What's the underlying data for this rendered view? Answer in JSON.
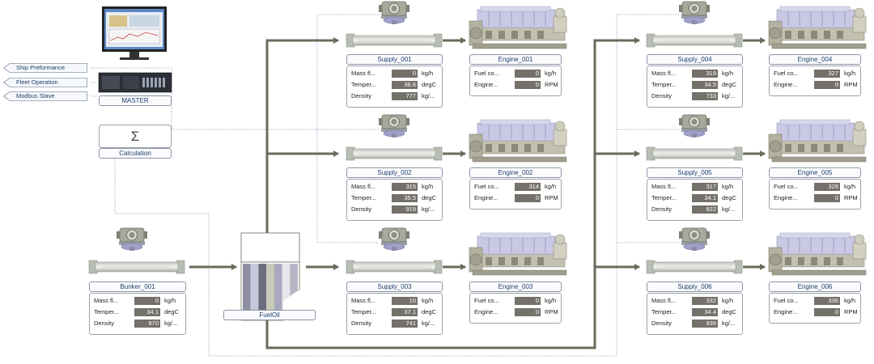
{
  "sidebar": {
    "links": [
      {
        "label": "Ship Preformance"
      },
      {
        "label": "Fleet Operation"
      },
      {
        "label": "Modbus Slave"
      }
    ]
  },
  "master": {
    "label": "MASTER"
  },
  "calculation": {
    "label": "Calculation",
    "symbol": "Σ"
  },
  "tank": {
    "label": "FuelOil"
  },
  "bunker": {
    "name": "Bunker_001",
    "rows": [
      {
        "label": "Mass fl...",
        "value": "0",
        "unit": "kg/h"
      },
      {
        "label": "Temper...",
        "value": "34.1",
        "unit": "degC"
      },
      {
        "label": "Density",
        "value": "870",
        "unit": "kg/..."
      }
    ]
  },
  "supplies": [
    {
      "name": "Supply_001",
      "rows": [
        {
          "label": "Mass fl...",
          "value": "0",
          "unit": "kg/h"
        },
        {
          "label": "Temper...",
          "value": "36.6",
          "unit": "degC"
        },
        {
          "label": "Density",
          "value": "777",
          "unit": "kg/..."
        }
      ]
    },
    {
      "name": "Supply_002",
      "rows": [
        {
          "label": "Mass fl...",
          "value": "315",
          "unit": "kg/h"
        },
        {
          "label": "Temper...",
          "value": "35.5",
          "unit": "degC"
        },
        {
          "label": "Density",
          "value": "919",
          "unit": "kg/..."
        }
      ]
    },
    {
      "name": "Supply_003",
      "rows": [
        {
          "label": "Mass fl...",
          "value": "10",
          "unit": "kg/h"
        },
        {
          "label": "Temper...",
          "value": "37.1",
          "unit": "degC"
        },
        {
          "label": "Density",
          "value": "741",
          "unit": "kg/..."
        }
      ]
    },
    {
      "name": "Supply_004",
      "rows": [
        {
          "label": "Mass fl...",
          "value": "319",
          "unit": "kg/h"
        },
        {
          "label": "Temper...",
          "value": "34.5",
          "unit": "degC"
        },
        {
          "label": "Density",
          "value": "733",
          "unit": "kg/..."
        }
      ]
    },
    {
      "name": "Supply_005",
      "rows": [
        {
          "label": "Mass fl...",
          "value": "317",
          "unit": "kg/h"
        },
        {
          "label": "Temper...",
          "value": "34.1",
          "unit": "degC"
        },
        {
          "label": "Density",
          "value": "822",
          "unit": "kg/..."
        }
      ]
    },
    {
      "name": "Supply_006",
      "rows": [
        {
          "label": "Mass fl...",
          "value": "332",
          "unit": "kg/h"
        },
        {
          "label": "Temper...",
          "value": "34.4",
          "unit": "degC"
        },
        {
          "label": "Density",
          "value": "939",
          "unit": "kg/..."
        }
      ]
    }
  ],
  "engines": [
    {
      "name": "Engine_001",
      "rows": [
        {
          "label": "Fuel co...",
          "value": "0",
          "unit": "kg/h"
        },
        {
          "label": "Engine...",
          "value": "0",
          "unit": "RPM"
        }
      ]
    },
    {
      "name": "Engine_002",
      "rows": [
        {
          "label": "Fuel co...",
          "value": "314",
          "unit": "kg/h"
        },
        {
          "label": "Engine...",
          "value": "0",
          "unit": "RPM"
        }
      ]
    },
    {
      "name": "Engine_003",
      "rows": [
        {
          "label": "Fuel co...",
          "value": "0",
          "unit": "kg/h"
        },
        {
          "label": "Engine...",
          "value": "0",
          "unit": "RPM"
        }
      ]
    },
    {
      "name": "Engine_004",
      "rows": [
        {
          "label": "Fuel co...",
          "value": "327",
          "unit": "kg/h"
        },
        {
          "label": "Engine...",
          "value": "0",
          "unit": "RPM"
        }
      ]
    },
    {
      "name": "Engine_005",
      "rows": [
        {
          "label": "Fuel co...",
          "value": "328",
          "unit": "kg/h"
        },
        {
          "label": "Engine...",
          "value": "0",
          "unit": "RPM"
        }
      ]
    },
    {
      "name": "Engine_006",
      "rows": [
        {
          "label": "Fuel co...",
          "value": "336",
          "unit": "kg/h"
        },
        {
          "label": "Engine...",
          "value": "0",
          "unit": "RPM"
        }
      ]
    }
  ],
  "colors": {
    "pipe": "#6b6b5b",
    "signal": "#8aa0b8",
    "value_bg": "#74706a",
    "label_text": "#1c3c6c",
    "tank_stripes": [
      "#8d8da3",
      "#c8c8da",
      "#6d6d80",
      "#c9c9b7",
      "#a8a8c0",
      "#e6e6ea",
      "#b5b5c6"
    ]
  }
}
